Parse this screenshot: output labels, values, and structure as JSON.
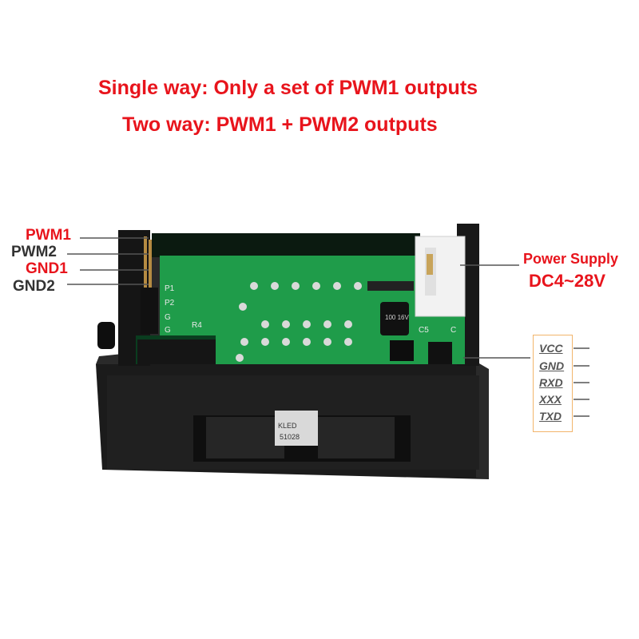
{
  "headline": {
    "line1": "Single way: Only a set of PWM1 outputs",
    "line2": "Two way: PWM1 + PWM2 outputs"
  },
  "pins": {
    "pwm1": "PWM1",
    "pwm2": "PWM2",
    "gnd1": "GND1",
    "gnd2": "GND2"
  },
  "power": {
    "title": "Power Supply",
    "voltage": "DC4~28V"
  },
  "serial_pins": [
    "VCC",
    "GND",
    "RXD",
    "XXX",
    "TXD"
  ],
  "pcb_marks": {
    "p1": "P1",
    "p2": "P2",
    "g1": "G",
    "g2": "G",
    "r4": "R4",
    "c5": "C5",
    "c": "C",
    "cap": "100 16V",
    "kled": "KLED",
    "code": "51028"
  },
  "colors": {
    "accent_red": "#e8141c",
    "pcb_green": "#1f9c4a",
    "case_black": "#1a1a1a",
    "connector_white": "#f2f2f2",
    "box_orange": "#f2b56b"
  }
}
